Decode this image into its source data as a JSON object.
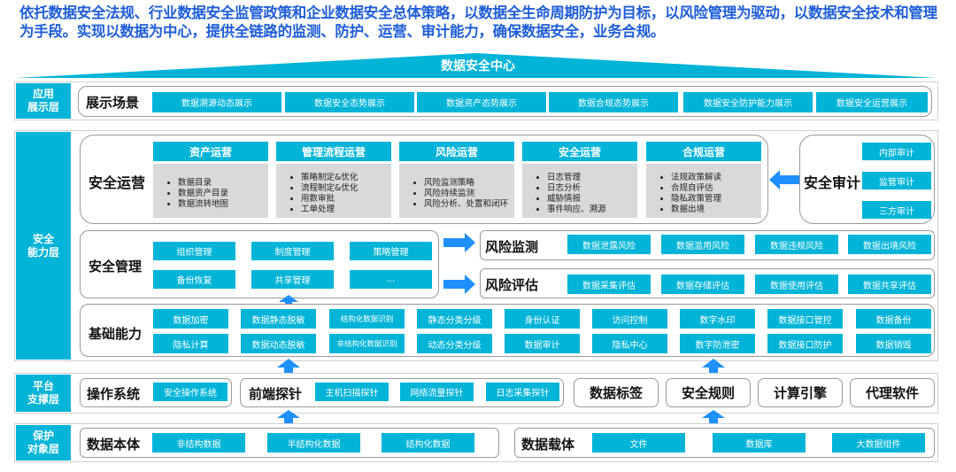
{
  "intro": "依托数据安全法规、行业数据安全监管政策和企业数据安全总体策略，以数据全生命周期防护为目标，以风险管理为驱动，以数据安全技术和管理为手段。实现以数据为中心，提供全链路的监测、防护、运营、审计能力，确保数据安全，业务合规。",
  "banner": "数据安全中心",
  "app_layer": {
    "label": "应用\n展示层",
    "title": "展示场景",
    "items": [
      "数据溯源动态展示",
      "数据安全态势展示",
      "数据资产态势展示",
      "数据合规态势展示",
      "数据安全防护能力展示",
      "数据安全运营展示"
    ]
  },
  "capability_layer": {
    "label": "安全\n能力层",
    "operations": {
      "title": "安全运营",
      "columns": [
        {
          "header": "资产运营",
          "items": [
            "数据目录",
            "数据资产目录",
            "数据流转地图"
          ]
        },
        {
          "header": "管理流程运营",
          "items": [
            "策略制定&优化",
            "流程制定&优化",
            "用数审批",
            "工单处理"
          ]
        },
        {
          "header": "风险运营",
          "items": [
            "风险监测策略",
            "风险持续监测",
            "风险分析、处置和闭环"
          ]
        },
        {
          "header": "安全运营",
          "items": [
            "日志管理",
            "日志分析",
            "威胁情报",
            "事件响应、溯源"
          ]
        },
        {
          "header": "合规运营",
          "items": [
            "法规政策解读",
            "合规自评估",
            "隐私政策管理",
            "数据出境"
          ]
        }
      ]
    },
    "audit": {
      "title": "安全审计",
      "items": [
        "内部审计",
        "监管审计",
        "三方审计"
      ]
    },
    "management": {
      "title": "安全管理",
      "items": [
        "组织管理",
        "制度管理",
        "策略管理",
        "备份恢复",
        "共享管理",
        "..."
      ]
    },
    "monitoring": {
      "title": "风险监测",
      "items": [
        "数据泄露风险",
        "数据滥用风险",
        "数据违规风险",
        "数据出境风险"
      ]
    },
    "assessment": {
      "title": "风险评估",
      "items": [
        "数据采集评估",
        "数据存储评估",
        "数据使用评估",
        "数据共享评估"
      ]
    },
    "basic": {
      "title": "基础能力",
      "row1": [
        "数据加密",
        "数据静态脱敏",
        "结构化数据识别",
        "静态分类分级",
        "身份认证",
        "访问控制",
        "数字水印",
        "数据接口管控",
        "数据备份"
      ],
      "row2": [
        "隐私计算",
        "数据动态脱敏",
        "非结构化数据识别",
        "动态分类分级",
        "数据审计",
        "隐私中心",
        "数字防泄密",
        "数据接口防护",
        "数据销毁"
      ]
    }
  },
  "platform_layer": {
    "label": "平台\n支撑层",
    "os": {
      "title": "操作系统",
      "items": [
        "安全操作系统"
      ]
    },
    "probe": {
      "title": "前端探针",
      "items": [
        "主机扫描探针",
        "网络流量探针",
        "日志采集探针"
      ]
    },
    "others": [
      "数据标签",
      "安全规则",
      "计算引擎",
      "代理软件"
    ]
  },
  "protection_layer": {
    "label": "保护\n对象层",
    "data_body": {
      "title": "数据本体",
      "items": [
        "非结构数据",
        "半结构化数据",
        "结构化数据"
      ]
    },
    "data_carrier": {
      "title": "数据载体",
      "items": [
        "文件",
        "数据库",
        "大数据组件"
      ]
    }
  },
  "colors": {
    "accent": "#00b4d8",
    "intro": "#1f5ed8",
    "arrow": "#1e90ff"
  }
}
